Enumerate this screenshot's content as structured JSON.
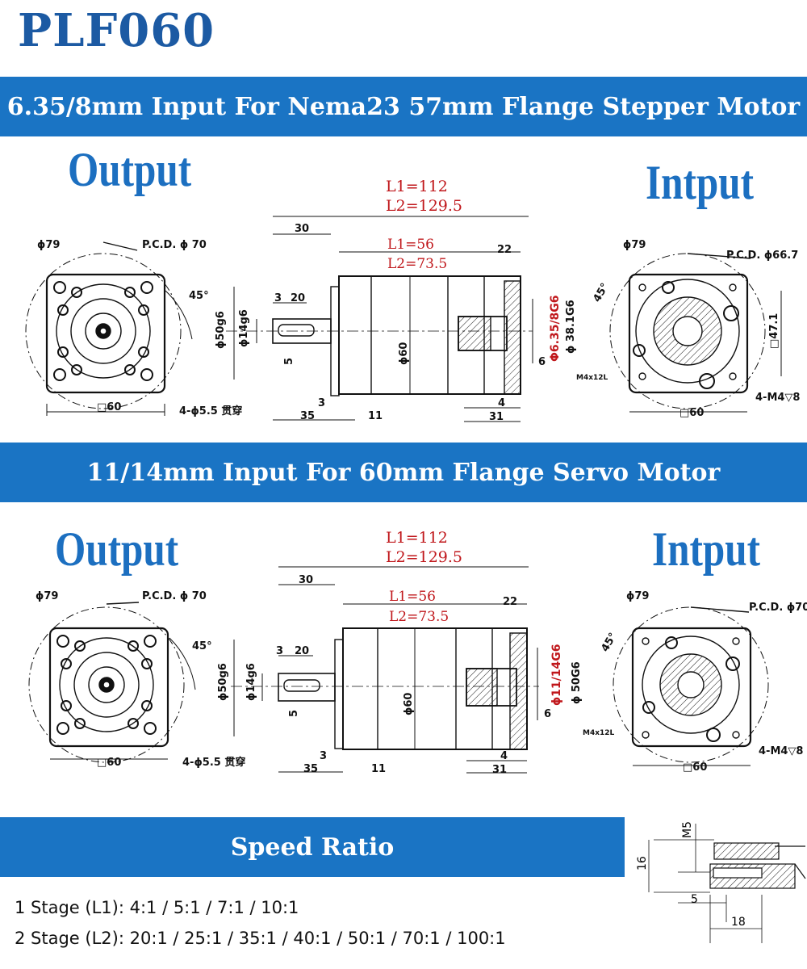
{
  "title": "PLF060",
  "section1": {
    "banner": "6.35/8mm Input For Nema23 57mm Flange Stepper Motor",
    "output_label": "Output",
    "input_label": "Intput",
    "output_view": {
      "dia": "ϕ79",
      "pcd": "P.C.D. ϕ 70",
      "angle": "45°",
      "square": "□60",
      "holes": "4-ϕ5.5 贯穿"
    },
    "side_view": {
      "l1": "L1=112",
      "l2": "L2=129.5",
      "d30": "30",
      "l1b": "L1=56",
      "l2b": "L2=73.5",
      "d22": "22",
      "d3a": "3",
      "d20": "20",
      "d50": "ϕ50g6",
      "d14": "ϕ14g6",
      "d5": "5",
      "d60": "ϕ60",
      "bore": "Φ6.35/8G6",
      "d38": "ϕ 38.1G6",
      "d6": "6",
      "m4": "M4x12L",
      "d3b": "3",
      "d35": "35",
      "d11": "11",
      "d4": "4",
      "d31": "31"
    },
    "input_view": {
      "dia": "ϕ79",
      "pcd": "P.C.D. ϕ66.7",
      "angle": "45°",
      "d47": "□47.1",
      "square": "□60",
      "holes": "4-M4▽8"
    }
  },
  "section2": {
    "banner": "11/14mm Input For 60mm Flange Servo Motor",
    "output_label": "Output",
    "input_label": "Intput",
    "output_view": {
      "dia": "ϕ79",
      "pcd": "P.C.D. ϕ 70",
      "angle": "45°",
      "square": "□60",
      "holes": "4-ϕ5.5 贯穿"
    },
    "side_view": {
      "l1": "L1=112",
      "l2": "L2=129.5",
      "d30": "30",
      "l1b": "L1=56",
      "l2b": "L2=73.5",
      "d22": "22",
      "d3a": "3",
      "d20": "20",
      "d50": "ϕ50g6",
      "d14": "ϕ14g6",
      "d5": "5",
      "d60": "ϕ60",
      "bore": "ϕ11/14G6",
      "d50b": "ϕ 50G6",
      "d6": "6",
      "m4": "M4x12L",
      "d3b": "3",
      "d35": "35",
      "d11": "11",
      "d4": "4",
      "d31": "31"
    },
    "input_view": {
      "dia": "ϕ79",
      "pcd": "P.C.D. ϕ70",
      "angle": "45°",
      "square": "□60",
      "holes": "4-M4▽8"
    }
  },
  "speed": {
    "banner": "Speed Ratio",
    "stage1": "1 Stage (L1): 4:1 / 5:1 / 7:1 / 10:1",
    "stage2": "2 Stage (L2): 20:1 / 25:1 / 35:1 / 40:1 / 50:1 / 70:1 / 100:1"
  },
  "key_detail": {
    "m5": "M5",
    "d16": "16",
    "d5": "5",
    "d18": "18"
  },
  "colors": {
    "brand_blue": "#1c5aa3",
    "banner_blue": "#1a74c4",
    "dimension_red": "#c0171b"
  }
}
